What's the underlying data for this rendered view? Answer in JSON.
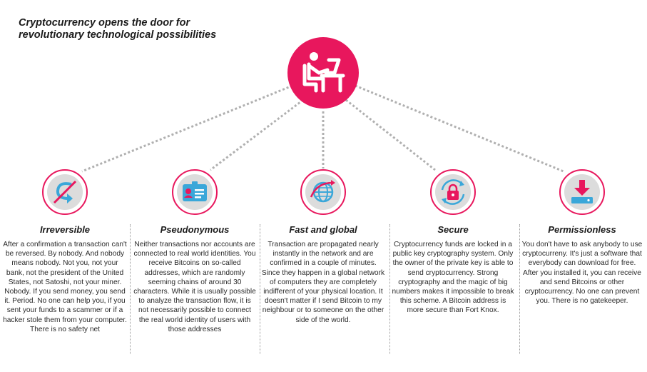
{
  "title": "Cryptocurrency opens the door for revolutionary technological possibilities",
  "hub": {
    "icon": "person-at-laptop-icon"
  },
  "colors": {
    "accent": "#e8175d",
    "icon_blue": "#3aa7d9",
    "connector": "#b0b0b0"
  },
  "features": [
    {
      "title": "Irreversible",
      "icon": "irreversible-arrow-icon",
      "text": "After a confirmation a transaction can't be reversed. By nobody. And nobody means nobody. Not you, not your bank, not the president of the United States, not Satoshi, not your miner. Nobody. If you send money, you send it. Period. No one can help you, if you sent your funds to a scammer or if a hacker stole them from your computer. There is no safety net"
    },
    {
      "title": "Pseudonymous",
      "icon": "id-badge-icon",
      "text": "Neither transactions nor accounts are connected to real world identities. You receive Bitcoins on so-called addresses, which are randomly seeming chains of around 30 characters. While it is usually possible to analyze the transaction flow, it is not necessarily possible to connect the real world identity of users with those addresses"
    },
    {
      "title": "Fast and global",
      "icon": "globe-icon",
      "text": "Transaction are propagated nearly instantly in the network and are confirmed in a couple of minutes. Since they happen in a global network of computers they are completely indifferent of your physical location. It doesn't matter if I send Bitcoin to my neighbour or to someone on the other side of the world."
    },
    {
      "title": "Secure",
      "icon": "padlock-cycle-icon",
      "text": "Cryptocurrency funds are locked in a public key cryptography system. Only the owner of the private key is able to send cryptocurrency. Strong cryptography and the magic of big numbers makes it impossible to break this scheme. A Bitcoin address is more secure than Fort Knox."
    },
    {
      "title": "Permissionless",
      "icon": "download-icon",
      "text": "You don't have to ask anybody to use cryptocurreny. It's just a software that everybody can download for free. After you installed it, you can receive and send Bitcoins or other cryptocurrency. No one can prevent you. There is no gatekeeper."
    }
  ]
}
